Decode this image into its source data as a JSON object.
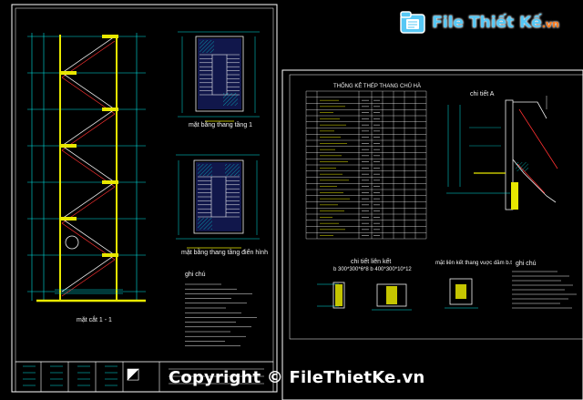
{
  "labels": {
    "section_1_1": "mặt cắt 1 - 1",
    "plan_floor_1": "mặt bằng thang tầng 1",
    "plan_floor_typical": "mặt bằng thang tầng điển hình",
    "notes_left_title": "ghi chú",
    "rebar_table_title": "THỐNG KÊ THÉP THANG CHỦ HÀ",
    "detail_a": "chi tiết A",
    "detail_b": "chi tiết liên kết",
    "detail_b_sub": "b 300*300*6*8  b 400*300*10*12",
    "detail_c": "mặt liên kết thang vuợc dầm b.t",
    "notes_right_title": "ghi chú"
  },
  "brand": {
    "name": "File Thiết Kế",
    "suffix": ".vn"
  },
  "watermark": {
    "text": "Copyright © FileThietKe.vn"
  },
  "colors": {
    "background": "#000000",
    "frame": "#ffffff",
    "structure": "#e8e800",
    "dimension": "#00e5e5",
    "rebar": "#ff3030",
    "fill": "#1f2a88",
    "text": "#f2f2f2",
    "brand_blue": "#57c8f5",
    "brand_orange": "#ff7a1a"
  }
}
